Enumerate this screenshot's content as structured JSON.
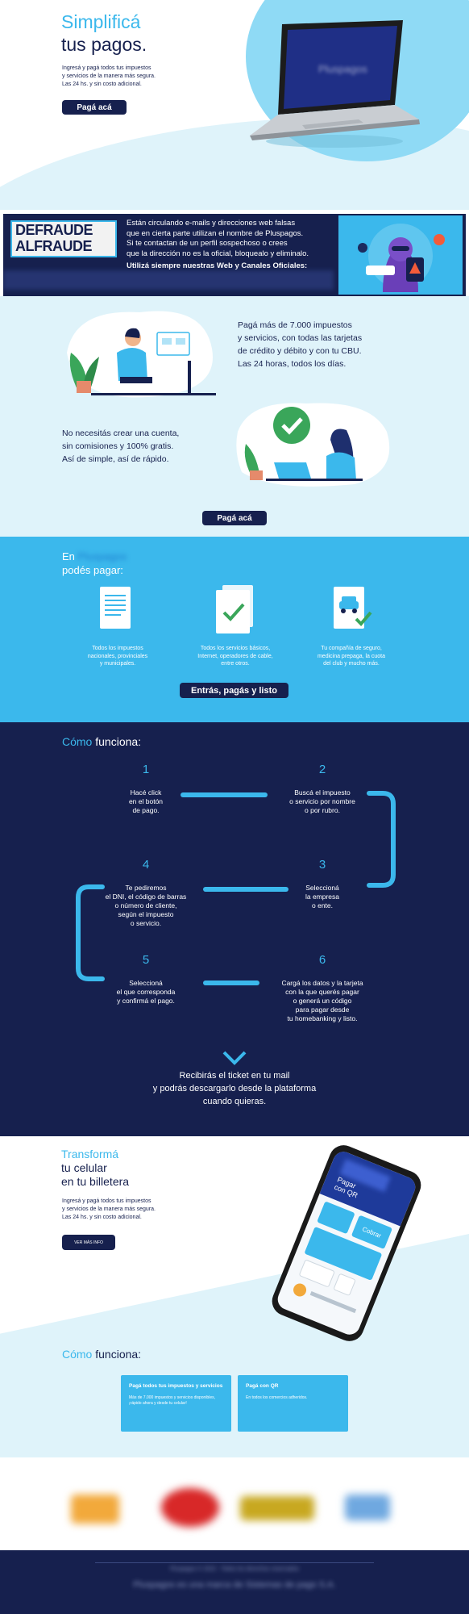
{
  "hero": {
    "title_line1": "Simplificá",
    "title_line2": "tus pagos.",
    "description_line1": "Ingresá y pagá todos tus impuestos",
    "description_line2": "y servicios de la manera más segura.",
    "description_line3": "Las 24 hs. y sin costo adicional.",
    "cta_label": "Pagá acá",
    "laptop_screen_text": "Pluspagos"
  },
  "fraud_banner": {
    "badge_line1": "DEFRAUDE",
    "badge_line2": "ALFRAUDE",
    "text_line1": "Están circulando e-mails y direcciones web falsas",
    "text_line2": "que en cierta parte utilizan el nombre de Pluspagos.",
    "text_line3": "Si te contactan de un perfil sospechoso o crees",
    "text_line4": "que la dirección no es la oficial, bloquealo y eliminalo.",
    "bold_line": "Utilizá siempre nuestras Web y Canales Oficiales:"
  },
  "info": {
    "block1_line1": "Pagá más de 7.000 impuestos",
    "block1_line2": "y servicios, con todas las tarjetas",
    "block1_line3": "de crédito y débito y con tu CBU.",
    "block1_line4": "Las 24 horas, todos los días.",
    "block2_line1": "No necesitás crear una cuenta,",
    "block2_line2": "sin comisiones y 100% gratis.",
    "block2_line3": "Así de simple, así de rápido.",
    "cta_label": "Pagá acá"
  },
  "pay_section": {
    "title_prefix": "En",
    "title_brand": "Pluspagos",
    "title_line2": "podés pagar:",
    "items": [
      {
        "icon": "document-icon",
        "line1": "Todos los impuestos",
        "line2": "nacionales, provinciales",
        "line3": "y municipales."
      },
      {
        "icon": "document-check-icon",
        "line1": "Todos los servicios básicos,",
        "line2": "Internet, operadores de cable,",
        "line3": "entre otros."
      },
      {
        "icon": "car-document-icon",
        "line1": "Tu compañía de seguro,",
        "line2": "medicina prepaga, la cuota",
        "line3": "del club y mucho más."
      }
    ],
    "cta_label": "Entrás, pagás y listo"
  },
  "how_it_works": {
    "title_colored": "Cómo",
    "title_rest": "funciona:",
    "steps": [
      {
        "number": "1",
        "line1": "Hacé click",
        "line2": "en el botón",
        "line3": "de pago.",
        "line4": "",
        "line5": ""
      },
      {
        "number": "2",
        "line1": "Buscá el impuesto",
        "line2": "o servicio por nombre",
        "line3": "o por rubro.",
        "line4": "",
        "line5": ""
      },
      {
        "number": "3",
        "line1": "Seleccioná",
        "line2": "la empresa",
        "line3": "o ente.",
        "line4": "",
        "line5": ""
      },
      {
        "number": "4",
        "line1": "Te pediremos",
        "line2": "el DNI, el código de barras",
        "line3": "o número de cliente,",
        "line4": "según el impuesto",
        "line5": "o servicio."
      },
      {
        "number": "5",
        "line1": "Seleccioná",
        "line2": "el que corresponda",
        "line3": "y confirmá el pago.",
        "line4": "",
        "line5": ""
      },
      {
        "number": "6",
        "line1": "Cargá los datos y la tarjeta",
        "line2": "con la que querés pagar",
        "line3": "o generá un código",
        "line4": "para pagar desde",
        "line5": "tu homebanking y listo."
      }
    ],
    "footer_line1": "Recibirás el ticket en tu mail",
    "footer_line2": "y podrás descargarlo desde la plataforma",
    "footer_line3": "cuando quieras."
  },
  "wallet": {
    "title_line1": "Transformá",
    "title_line2": "tu celular",
    "title_line3": "en tu billetera",
    "description_line1": "Ingresá y pagá todos tus impuestos",
    "description_line2": "y servicios de la manera más segura.",
    "description_line3": "Las 24 hs. y sin costo adicional.",
    "cta_label": "VER MÁS INFO",
    "phone_title_line1": "Pagar",
    "phone_title_line2": "con QR",
    "phone_button": "Cobrar",
    "how_title_colored": "Cómo",
    "how_title_rest": "funciona:",
    "cards": [
      {
        "title": "Pagá todos tus impuestos y servicios",
        "line1": "Más de 7.000 impuestos y servicios disponibles,",
        "line2": "¡rápido ahora y desde tu celular!"
      },
      {
        "title": "Pagá con QR",
        "line1": "En todos los comercios adheridos.",
        "line2": ""
      }
    ]
  },
  "partners": {
    "logos": [
      "partner-logo-1",
      "partner-logo-2",
      "partner-logo-3",
      "partner-logo-4"
    ]
  },
  "footer": {
    "line1": "Pluspagos © 2022 - Todos los derechos reservados",
    "line2": "Pluspagos es una marca de Sistemas de pago S.A."
  },
  "colors": {
    "navy": "#16204e",
    "sky": "#3bb8ec",
    "light_bg": "#dff3fa"
  }
}
